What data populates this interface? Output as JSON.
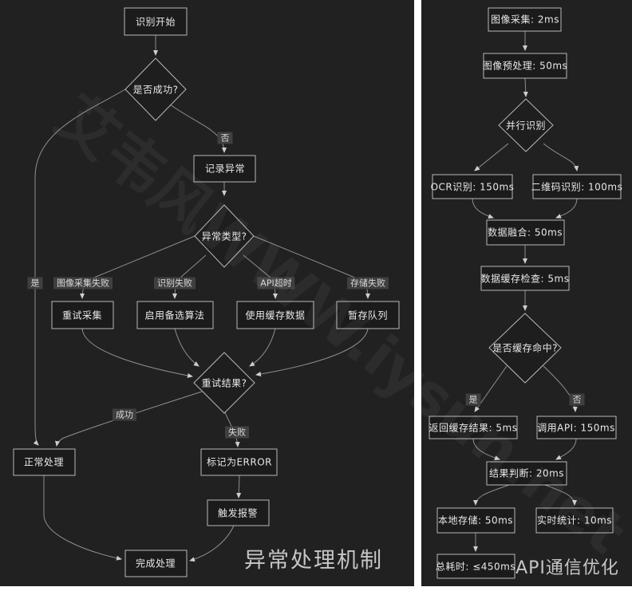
{
  "watermark": {
    "text": "艾韦风WWW.iysun.net"
  },
  "colors": {
    "panel_bg": "#212121",
    "node_border": "#b8b8b8",
    "edge_line": "#8f8f8f",
    "node_text": "#e8e8e8",
    "edge_label_bg": "#3f3f3f",
    "divider": "#ffffff"
  },
  "left": {
    "title": "异常处理机制",
    "nodes": {
      "start": "识别开始",
      "d_success": "是否成功?",
      "record": "记录异常",
      "d_type": "异常类型?",
      "retry_capture": "重试采集",
      "fallback_algo": "启用备选算法",
      "use_cache": "使用缓存数据",
      "stash_queue": "暂存队列",
      "d_retry": "重试结果?",
      "normal": "正常处理",
      "mark_error": "标记为ERROR",
      "alarm": "触发报警",
      "done": "完成处理"
    },
    "edge_labels": {
      "no": "否",
      "yes": "是",
      "img_fail": "图像采集失败",
      "rec_fail": "识别失败",
      "api_timeout": "API超时",
      "store_fail": "存储失败",
      "success": "成功",
      "fail": "失败"
    }
  },
  "right": {
    "title": "API通信优化",
    "nodes": {
      "capture": "图像采集: 2ms",
      "preprocess": "图像预处理: 50ms",
      "parallel": "并行识别",
      "ocr": "OCR识别: 150ms",
      "qr": "二维码识别: 100ms",
      "fusion": "数据融合: 50ms",
      "cache_check": "数据缓存检查: 5ms",
      "d_cache_hit": "是否缓存命中?",
      "return_cache": "返回缓存结果: 5ms",
      "call_api": "调用API: 150ms",
      "judge": "结果判断: 20ms",
      "local_store": "本地存储: 50ms",
      "stats": "实时统计: 10ms",
      "total": "总耗时: ≤450ms"
    },
    "edge_labels": {
      "yes": "是",
      "no": "否"
    }
  }
}
